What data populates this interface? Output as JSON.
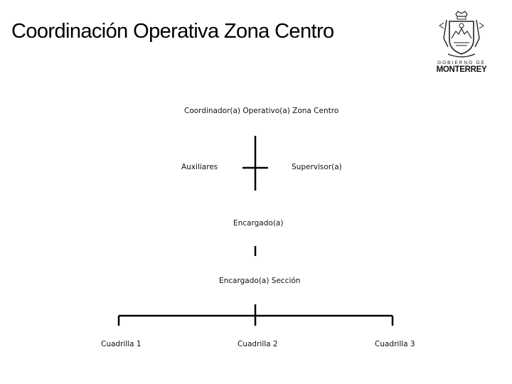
{
  "title": "Coordinación Operativa Zona Centro",
  "logo": {
    "line1": "GOBIERNO DE",
    "line2": "MONTERREY"
  },
  "org_chart": {
    "coordinator": "Coordinador(a) Operativo(a) Zona Centro",
    "assistants": "Auxiliares",
    "supervisor": "Supervisor(a)",
    "manager": "Encargado(a)",
    "section_manager": "Encargado(a) Sección",
    "crews": [
      "Cuadrilla 1",
      "Cuadrilla 2",
      "Cuadrilla 3"
    ]
  },
  "colors": {
    "text": "#111111",
    "lines": "#000000",
    "background": "#ffffff"
  }
}
